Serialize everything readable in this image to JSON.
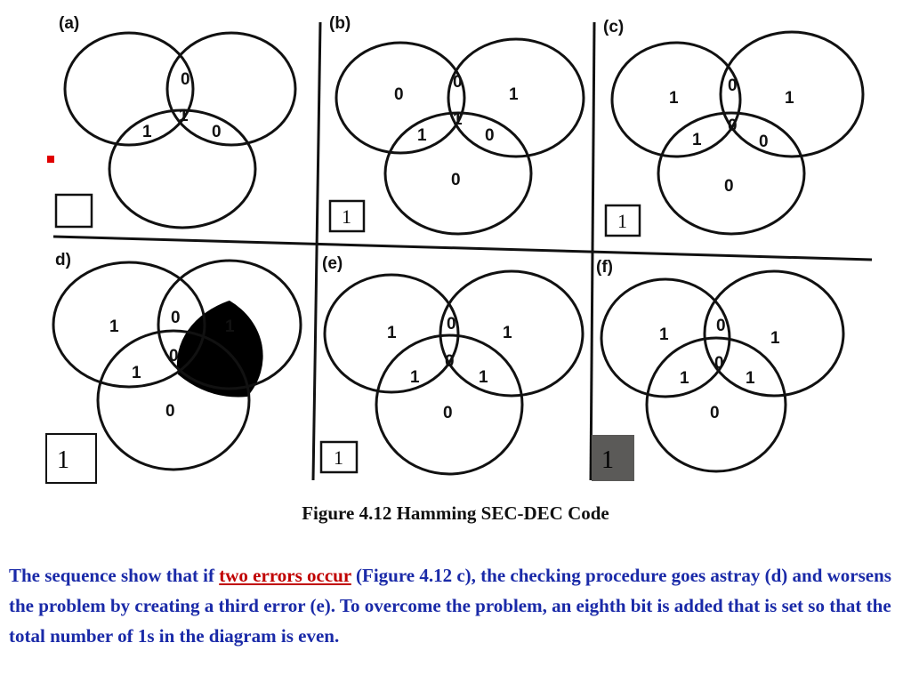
{
  "figure": {
    "panels": [
      {
        "label": "(a)",
        "bits": {
          "top": "0",
          "center": "1",
          "bl": "1",
          "br": "0"
        },
        "parity": ""
      },
      {
        "label": "(b)",
        "bits": {
          "top": "0",
          "center": "1",
          "bl": "1",
          "br": "0",
          "left": "0",
          "right": "1",
          "bottom": "0"
        },
        "parity": "1"
      },
      {
        "label": "(c)",
        "bits": {
          "top": "0",
          "center": "0",
          "bl": "1",
          "br": "0",
          "left": "1",
          "right": "1",
          "bottom": "0"
        },
        "parity": "1"
      },
      {
        "label": "d)",
        "bits": {
          "top": "0",
          "center": "0",
          "bl": "1",
          "left": "1",
          "right": "1",
          "bottom": "0"
        },
        "parity": "1"
      },
      {
        "label": "(e)",
        "bits": {
          "top": "0",
          "center": "0",
          "bl": "1",
          "br": "1",
          "left": "1",
          "right": "1",
          "bottom": "0"
        },
        "parity": "1"
      },
      {
        "label": "(f)",
        "bits": {
          "top": "0",
          "center": "0",
          "bl": "1",
          "br": "1",
          "left": "1",
          "right": "1",
          "bottom": "0"
        },
        "parity": "1"
      }
    ],
    "shaded_region_color": "#000000",
    "dark_box_color": "#5b5a58",
    "marker_color": "#e00000"
  },
  "caption": "Figure 4.12 Hamming SEC-DEC Code",
  "description": {
    "before": "The sequence show that if ",
    "highlight": "two errors occur",
    "after": " (Figure 4.12 c), the checking procedure goes astray (d) and worsens the problem by creating a third error (e). To overcome the problem, an eighth bit is added that is set so that the total number of 1s in the diagram is even."
  }
}
